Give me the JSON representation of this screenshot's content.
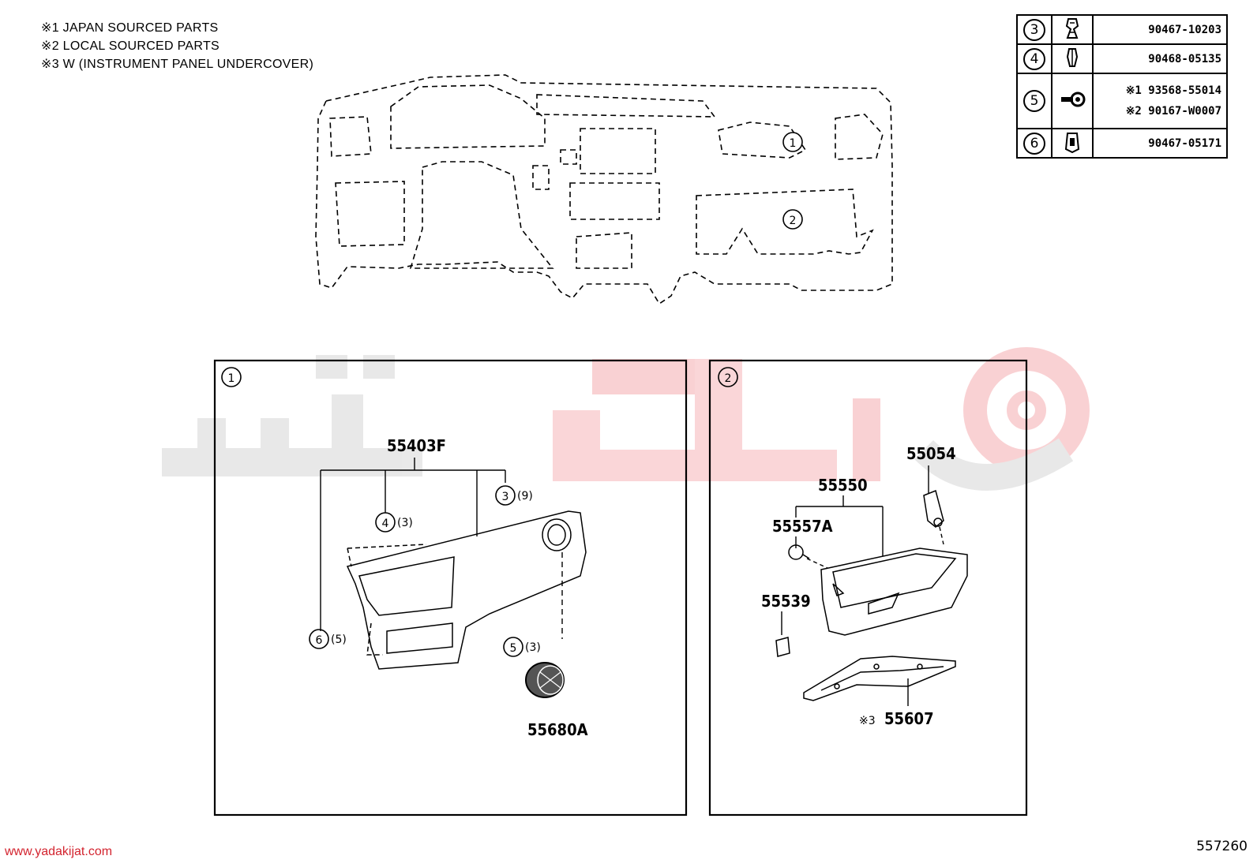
{
  "notes": [
    "※1 JAPAN SOURCED PARTS",
    "※2 LOCAL SOURCED PARTS",
    "※3 W (INSTRUMENT PANEL UNDERCOVER)"
  ],
  "parts_table": [
    {
      "index": "3",
      "icon": "clip-icon",
      "numbers": [
        "90467-10203"
      ]
    },
    {
      "index": "4",
      "icon": "clip-icon",
      "numbers": [
        "90468-05135"
      ]
    },
    {
      "index": "5",
      "icon": "screw-icon",
      "numbers": [
        "※1 93568-55014",
        "※2 90167-W0007"
      ]
    },
    {
      "index": "6",
      "icon": "clip-icon",
      "numbers": [
        "90467-05171"
      ]
    }
  ],
  "overview": {
    "callout_1": "1",
    "callout_2": "2"
  },
  "panel_1": {
    "marker": "1",
    "labels": {
      "main_part": "55403F",
      "c3": "3",
      "c3_qty": "(9)",
      "c4": "4",
      "c4_qty": "(3)",
      "c6": "6",
      "c6_qty": "(5)",
      "c5": "5",
      "c5_qty": "(3)",
      "vent_part": "55680A"
    }
  },
  "panel_2": {
    "marker": "2",
    "labels": {
      "part_a": "55054",
      "part_b": "55550",
      "part_c": "55557A",
      "part_d": "55539",
      "part_e_note": "※3",
      "part_e": "55607"
    }
  },
  "watermark": "یدکی جات",
  "footer": {
    "url": "www.yadakijat.com",
    "code": "557260"
  },
  "colors": {
    "watermark_red": "#e8343b",
    "watermark_gray": "#9a9a9a",
    "url_red": "#d3232e"
  }
}
